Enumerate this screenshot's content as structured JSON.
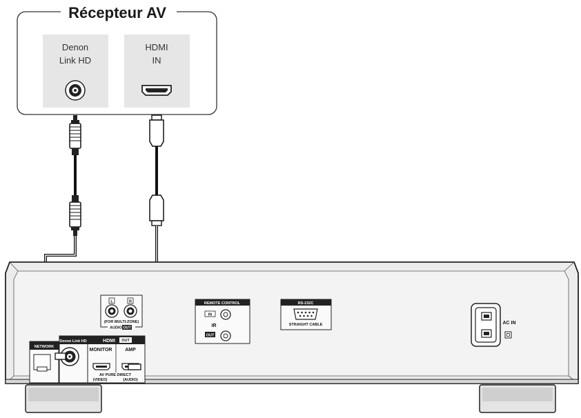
{
  "receiver": {
    "title": "Récepteur AV",
    "port_denon_line1": "Denon",
    "port_denon_line2": "Link HD",
    "port_hdmi_line1": "HDMI",
    "port_hdmi_line2": "IN"
  },
  "player_panel": {
    "network_label": "NETWORK",
    "denon_link_label": "Denon Link HD",
    "hdmi_out_label": "HDMI",
    "out_badge": "OUT",
    "monitor_label": "MONITOR",
    "amp_label": "AMP",
    "av_pure_direct_line1": "AV PURE DIRECT",
    "video_label": "(VIDEO)",
    "audio_label": "(AUDIO)",
    "audio_out_label": "AUDIO",
    "audio_out_badge": "OUT",
    "multizone_label": "(FOR MULTI-ZONE)",
    "audio_l": "L",
    "audio_r": "R",
    "remote_control_label": "REMOTE CONTROL",
    "remote_in": "IN",
    "remote_ir": "IR",
    "remote_out": "OUT",
    "rs232c_label": "RS-232C",
    "straight_cable_label": "STRAIGHT CABLE",
    "ac_in_label": "AC IN"
  },
  "colors": {
    "receiver_port_bg": "#e6e6e6",
    "chassis_fill": "#e9e9e9",
    "cable": "#111111"
  }
}
